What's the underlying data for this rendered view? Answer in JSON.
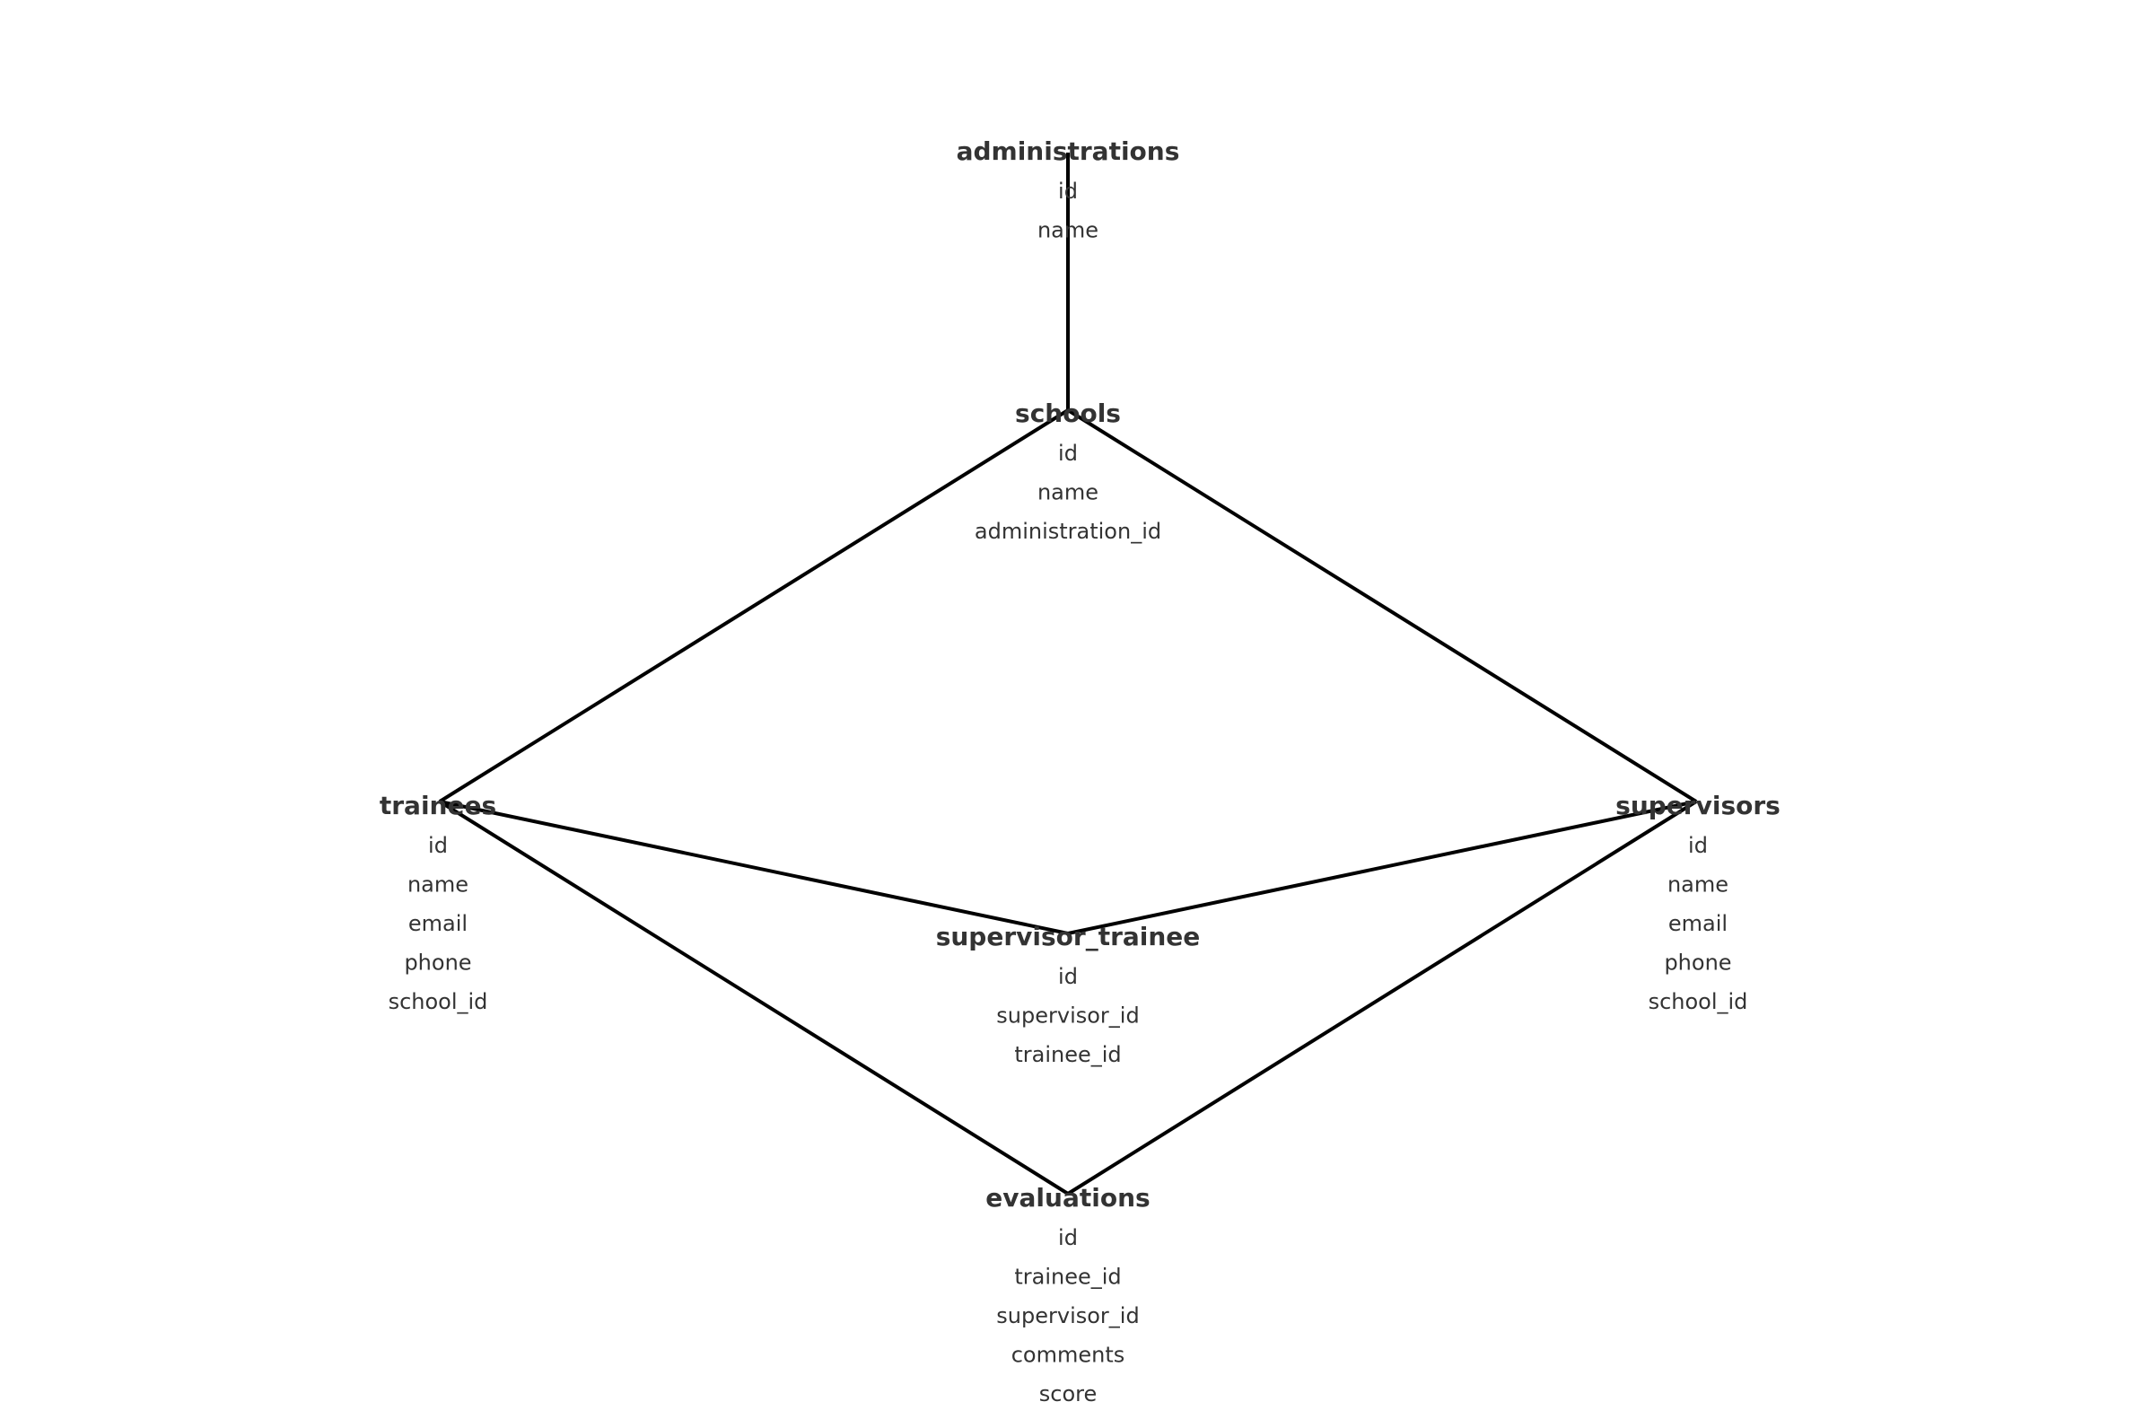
{
  "entities": [
    {
      "id": "administrations",
      "title": "administrations",
      "fields": [
        "id",
        "name"
      ]
    },
    {
      "id": "schools",
      "title": "schools",
      "fields": [
        "id",
        "name",
        "administration_id"
      ]
    },
    {
      "id": "trainees",
      "title": "trainees",
      "fields": [
        "id",
        "name",
        "email",
        "phone",
        "school_id"
      ]
    },
    {
      "id": "supervisors",
      "title": "supervisors",
      "fields": [
        "id",
        "name",
        "email",
        "phone",
        "school_id"
      ]
    },
    {
      "id": "supervisor_trainee",
      "title": "supervisor_trainee",
      "fields": [
        "id",
        "supervisor_id",
        "trainee_id"
      ]
    },
    {
      "id": "evaluations",
      "title": "evaluations",
      "fields": [
        "id",
        "trainee_id",
        "supervisor_id",
        "comments",
        "score"
      ]
    }
  ],
  "relationships": [
    {
      "from": "administrations",
      "to": "schools"
    },
    {
      "from": "schools",
      "to": "trainees"
    },
    {
      "from": "schools",
      "to": "supervisors"
    },
    {
      "from": "trainees",
      "to": "supervisor_trainee"
    },
    {
      "from": "supervisors",
      "to": "supervisor_trainee"
    },
    {
      "from": "trainees",
      "to": "evaluations"
    },
    {
      "from": "supervisors",
      "to": "evaluations"
    }
  ]
}
